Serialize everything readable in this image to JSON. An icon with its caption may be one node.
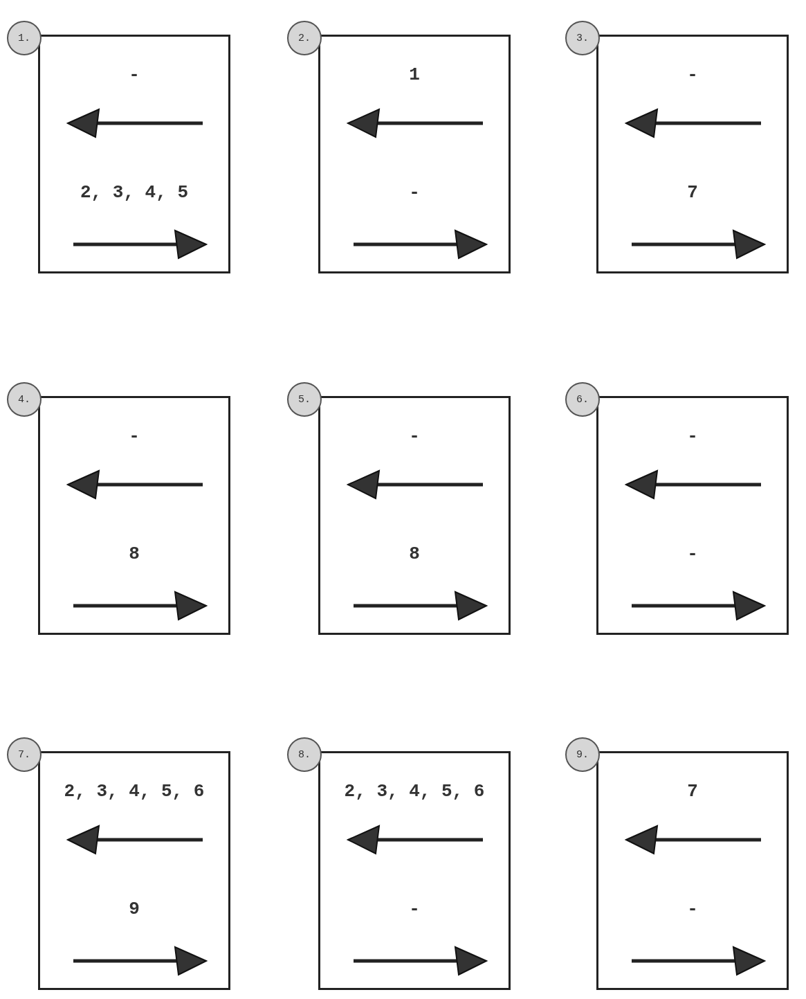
{
  "diagram": {
    "nodes": [
      {
        "text": [
          "1."
        ]
      },
      {
        "text": [
          "-",
          "2, 3, 4, 5"
        ]
      },
      {
        "text": [
          "2."
        ]
      },
      {
        "text": [
          "1",
          "-"
        ]
      },
      {
        "text": [
          "3."
        ]
      },
      {
        "text": [
          "-",
          "7"
        ]
      },
      {
        "text": [
          "4."
        ]
      },
      {
        "text": [
          "-",
          "8"
        ]
      },
      {
        "text": [
          "5."
        ]
      },
      {
        "text": [
          "-",
          "8"
        ]
      },
      {
        "text": [
          "6."
        ]
      },
      {
        "text": [
          "-",
          "-"
        ]
      },
      {
        "text": [
          "7."
        ]
      },
      {
        "text": [
          "2, 3, 4, 5, 6",
          "9"
        ]
      },
      {
        "text": [
          "8."
        ]
      },
      {
        "text": [
          "2, 3, 4, 5, 6",
          "-"
        ]
      },
      {
        "text": [
          "9."
        ]
      },
      {
        "text": [
          "7",
          "-"
        ]
      }
    ]
  }
}
